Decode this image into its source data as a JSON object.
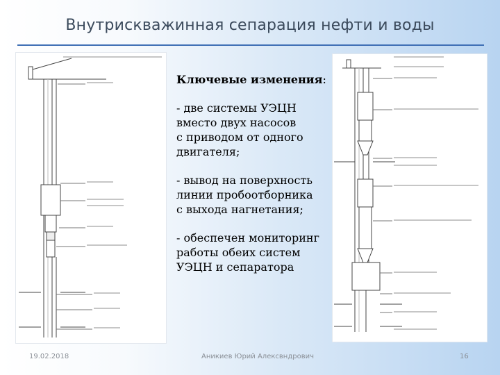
{
  "slide": {
    "title": "Внутрискважинная сепарация нефти и воды"
  },
  "notes": {
    "heading": "Ключевые изменения",
    "heading_suffix": ":",
    "items": [
      " - две системы УЭЦН\nвместо двух насосов\nс приводом от одного\nдвигателя;",
      "- вывод на поверхность\nлинии пробоотборника\nс выхода нагнетания;",
      "- обеспечен мониторинг\nработы обеих систем\nУЭЦН и сепаратора"
    ]
  },
  "footer": {
    "date": "19.02.2018",
    "author": "Аникиев Юрий Алексвндрович",
    "page": "16"
  },
  "colors": {
    "title_rule": "#3f6fb5",
    "title_text": "#3b4a5c",
    "background_right": "#b8d4f1"
  },
  "icons": [
    "left-well-schematic",
    "right-well-schematic"
  ]
}
